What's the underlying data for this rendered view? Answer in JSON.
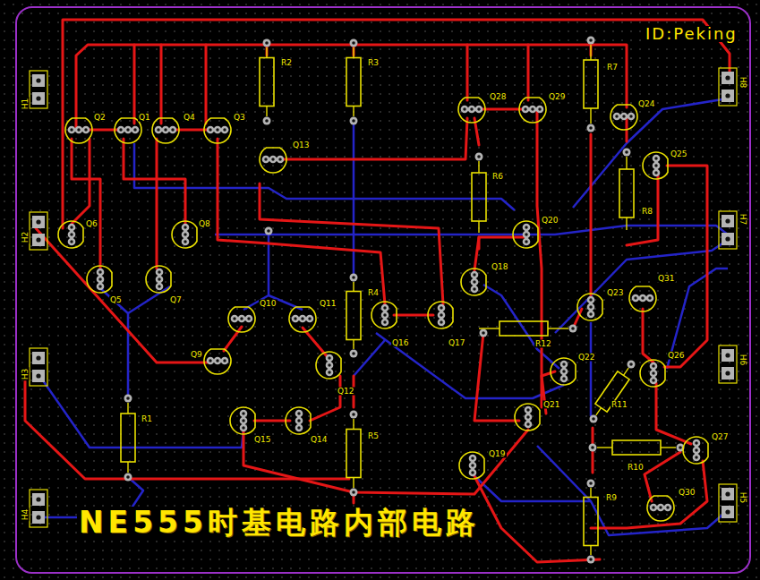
{
  "diagram": {
    "title": "NE555时基电路内部电路",
    "labels": [
      "ID:Peking",
      "H1",
      "H8",
      "R2",
      "R3",
      "R7",
      "Q2",
      "Q1",
      "Q4",
      "Q3",
      "Q28",
      "Q29",
      "Q24",
      "Q13",
      "Q25",
      "R6",
      "R8",
      "Q20",
      "Q6",
      "Q8",
      "H2",
      "H7",
      "Q5",
      "Q7",
      "Q18",
      "Q23",
      "Q31",
      "Q10",
      "Q11",
      "R4",
      "Q16",
      "Q17",
      "R12",
      "Q9",
      "Q12",
      "Q22",
      "Q26",
      "H3",
      "H6",
      "R11",
      "Q15",
      "Q14",
      "Q21",
      "R5",
      "R10",
      "Q27",
      "R1",
      "Q19",
      "R9",
      "Q30",
      "H4",
      "H5"
    ]
  }
}
